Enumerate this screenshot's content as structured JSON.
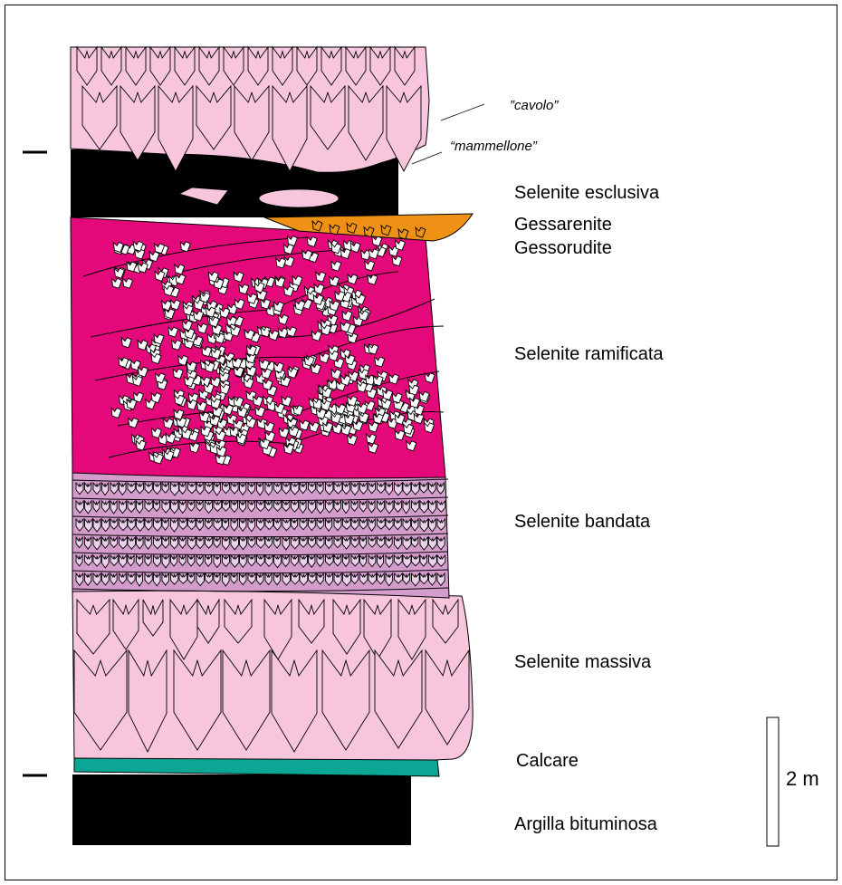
{
  "figure": {
    "layers": [
      {
        "id": "selenite-esclusiva",
        "name": "Selenite esclusiva",
        "color": "#f7c6dd"
      },
      {
        "id": "gessarenite",
        "name": "Gessarenite",
        "color": "#ef9115"
      },
      {
        "id": "gessorudite",
        "name": "Gessorudite",
        "color": "#ef9115"
      },
      {
        "id": "selenite-ramificata",
        "name": "Selenite ramificata",
        "color": "#e4087a"
      },
      {
        "id": "selenite-bandata",
        "name": "Selenite bandata",
        "color": "#d39ccb"
      },
      {
        "id": "selenite-massiva",
        "name": "Selenite massiva",
        "color": "#f7c6dd"
      },
      {
        "id": "calcare",
        "name": "Calcare",
        "color": "#0ca695"
      },
      {
        "id": "argilla-bituminosa",
        "name": "Argilla bituminosa",
        "color": "#000000"
      }
    ],
    "annotations": {
      "cavolo": "”cavolo”",
      "mammellone": "“mammellone”"
    },
    "scale_bar": {
      "label": "2 m",
      "meters": 2
    }
  }
}
